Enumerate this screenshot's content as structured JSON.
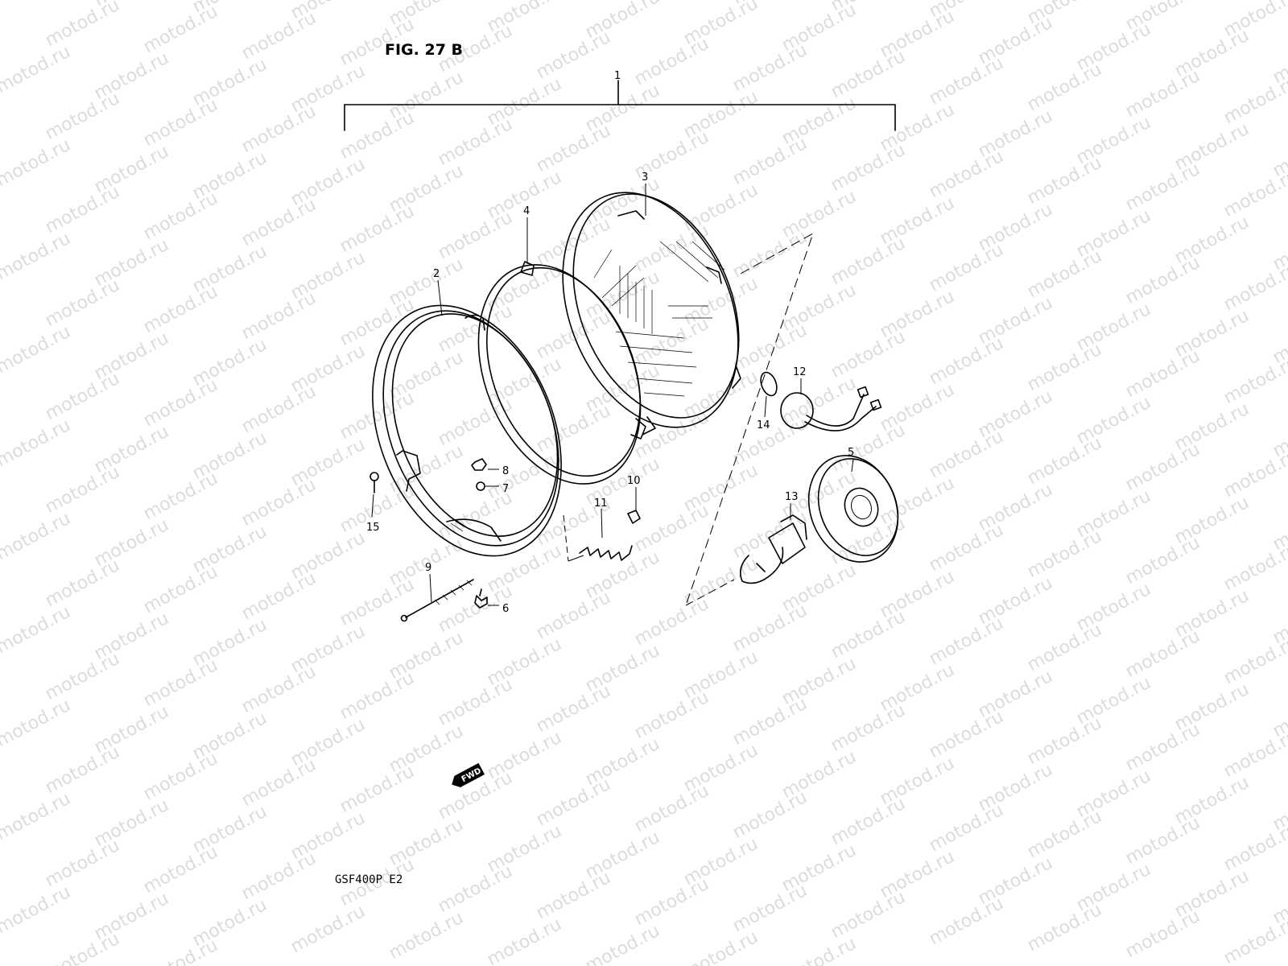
{
  "figure": {
    "title": "FIG. 27 B",
    "model": "GSF400P  E2",
    "forward_badge": "FWD"
  },
  "watermark": {
    "text": "motod.ru"
  },
  "callouts": {
    "c1": "1",
    "c2": "2",
    "c3": "3",
    "c4": "4",
    "c5": "5",
    "c6": "6",
    "c7": "7",
    "c8": "8",
    "c9": "9",
    "c10": "10",
    "c11": "11",
    "c12": "12",
    "c13": "13",
    "c14": "14",
    "c15": "15"
  },
  "icons": {
    "forward": "forward-arrow-icon"
  }
}
